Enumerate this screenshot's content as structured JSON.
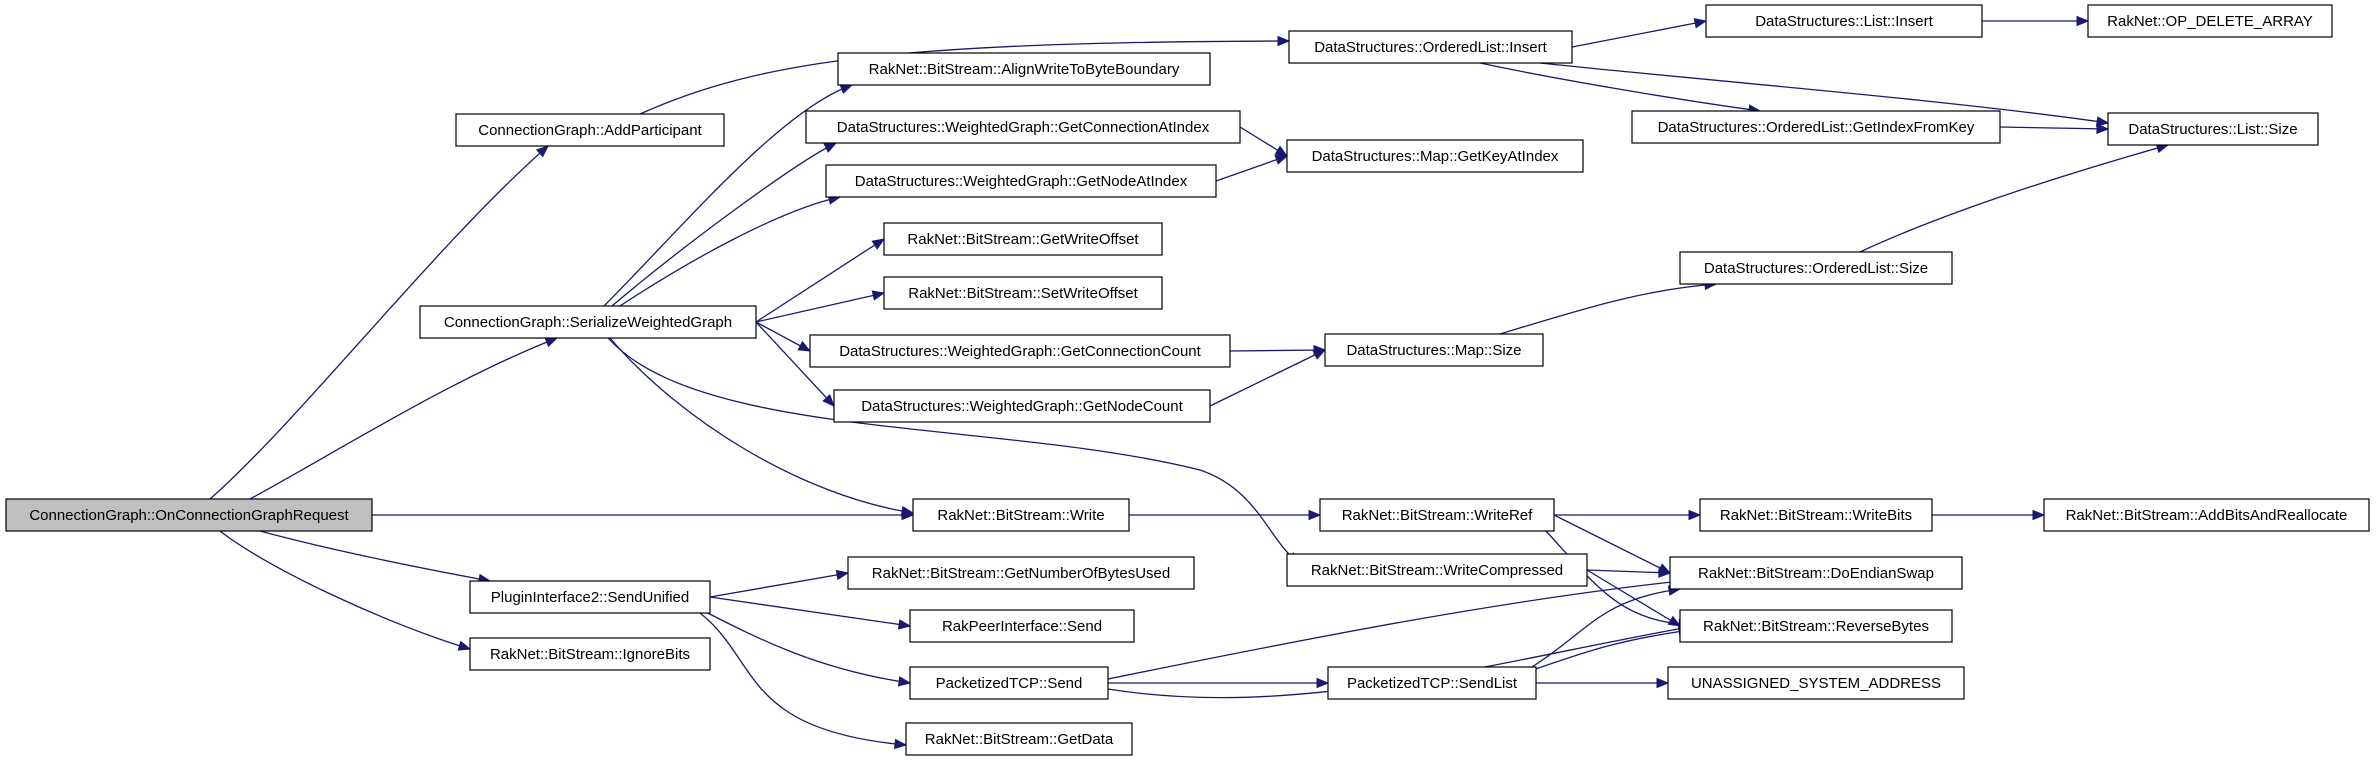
{
  "diagram": {
    "edge_color": "#191970",
    "root_fill": "#bfbfbf",
    "nodes": [
      {
        "id": "n_root",
        "label": "ConnectionGraph::OnConnectionGraphRequest",
        "root": true
      },
      {
        "id": "n_addp",
        "label": "ConnectionGraph::AddParticipant"
      },
      {
        "id": "n_swg",
        "label": "ConnectionGraph::SerializeWeightedGraph"
      },
      {
        "id": "n_su",
        "label": "PluginInterface2::SendUnified"
      },
      {
        "id": "n_ib",
        "label": "RakNet::BitStream::IgnoreBits"
      },
      {
        "id": "n_write",
        "label": "RakNet::BitStream::Write"
      },
      {
        "id": "n_olins",
        "label": "DataStructures::OrderedList::Insert"
      },
      {
        "id": "n_awtb",
        "label": "RakNet::BitStream::AlignWriteToByteBoundary"
      },
      {
        "id": "n_gcai",
        "label": "DataStructures::WeightedGraph::GetConnectionAtIndex"
      },
      {
        "id": "n_gnai",
        "label": "DataStructures::WeightedGraph::GetNodeAtIndex"
      },
      {
        "id": "n_gwo",
        "label": "RakNet::BitStream::GetWriteOffset"
      },
      {
        "id": "n_swo",
        "label": "RakNet::BitStream::SetWriteOffset"
      },
      {
        "id": "n_gcc",
        "label": "DataStructures::WeightedGraph::GetConnectionCount"
      },
      {
        "id": "n_gnc",
        "label": "DataStructures::WeightedGraph::GetNodeCount"
      },
      {
        "id": "n_gnbu",
        "label": "RakNet::BitStream::GetNumberOfBytesUsed"
      },
      {
        "id": "n_rpis",
        "label": "RakPeerInterface::Send"
      },
      {
        "id": "n_ptsend",
        "label": "PacketizedTCP::Send"
      },
      {
        "id": "n_gd",
        "label": "RakNet::BitStream::GetData"
      },
      {
        "id": "n_mgkai",
        "label": "DataStructures::Map::GetKeyAtIndex"
      },
      {
        "id": "n_msize",
        "label": "DataStructures::Map::Size"
      },
      {
        "id": "n_wref",
        "label": "RakNet::BitStream::WriteRef"
      },
      {
        "id": "n_wc",
        "label": "RakNet::BitStream::WriteCompressed"
      },
      {
        "id": "n_ptsl",
        "label": "PacketizedTCP::SendList"
      },
      {
        "id": "n_lins",
        "label": "DataStructures::List::Insert"
      },
      {
        "id": "n_olgifk",
        "label": "DataStructures::OrderedList::GetIndexFromKey"
      },
      {
        "id": "n_olsize",
        "label": "DataStructures::OrderedList::Size"
      },
      {
        "id": "n_wbits",
        "label": "RakNet::BitStream::WriteBits"
      },
      {
        "id": "n_des",
        "label": "RakNet::BitStream::DoEndianSwap"
      },
      {
        "id": "n_rb",
        "label": "RakNet::BitStream::ReverseBytes"
      },
      {
        "id": "n_usa",
        "label": "UNASSIGNED_SYSTEM_ADDRESS"
      },
      {
        "id": "n_oda",
        "label": "RakNet::OP_DELETE_ARRAY"
      },
      {
        "id": "n_lsize",
        "label": "DataStructures::List::Size"
      },
      {
        "id": "n_abar",
        "label": "RakNet::BitStream::AddBitsAndReallocate"
      }
    ],
    "edges": [
      {
        "from": "n_root",
        "to": "n_addp"
      },
      {
        "from": "n_root",
        "to": "n_swg"
      },
      {
        "from": "n_root",
        "to": "n_write"
      },
      {
        "from": "n_root",
        "to": "n_su"
      },
      {
        "from": "n_root",
        "to": "n_ib"
      },
      {
        "from": "n_addp",
        "to": "n_olins"
      },
      {
        "from": "n_swg",
        "to": "n_awtb"
      },
      {
        "from": "n_swg",
        "to": "n_gcai"
      },
      {
        "from": "n_swg",
        "to": "n_gnai"
      },
      {
        "from": "n_swg",
        "to": "n_gwo"
      },
      {
        "from": "n_swg",
        "to": "n_swo"
      },
      {
        "from": "n_swg",
        "to": "n_gcc"
      },
      {
        "from": "n_swg",
        "to": "n_gnc"
      },
      {
        "from": "n_swg",
        "to": "n_write"
      },
      {
        "from": "n_swg",
        "to": "n_wc"
      },
      {
        "from": "n_su",
        "to": "n_gnbu"
      },
      {
        "from": "n_su",
        "to": "n_rpis"
      },
      {
        "from": "n_su",
        "to": "n_ptsend"
      },
      {
        "from": "n_su",
        "to": "n_gd"
      },
      {
        "from": "n_olins",
        "to": "n_lins"
      },
      {
        "from": "n_olins",
        "to": "n_olgifk"
      },
      {
        "from": "n_olins",
        "to": "n_lsize"
      },
      {
        "from": "n_lins",
        "to": "n_oda"
      },
      {
        "from": "n_olgifk",
        "to": "n_lsize"
      },
      {
        "from": "n_gcai",
        "to": "n_mgkai"
      },
      {
        "from": "n_gnai",
        "to": "n_mgkai"
      },
      {
        "from": "n_gcc",
        "to": "n_msize"
      },
      {
        "from": "n_gnc",
        "to": "n_msize"
      },
      {
        "from": "n_msize",
        "to": "n_olsize"
      },
      {
        "from": "n_olsize",
        "to": "n_lsize"
      },
      {
        "from": "n_write",
        "to": "n_wref"
      },
      {
        "from": "n_wref",
        "to": "n_wbits"
      },
      {
        "from": "n_wref",
        "to": "n_des"
      },
      {
        "from": "n_wref",
        "to": "n_rb"
      },
      {
        "from": "n_wbits",
        "to": "n_abar"
      },
      {
        "from": "n_wc",
        "to": "n_des"
      },
      {
        "from": "n_wc",
        "to": "n_rb"
      },
      {
        "from": "n_ptsend",
        "to": "n_ptsl"
      },
      {
        "from": "n_ptsend",
        "to": "n_des"
      },
      {
        "from": "n_ptsend",
        "to": "n_rb"
      },
      {
        "from": "n_ptsl",
        "to": "n_des"
      },
      {
        "from": "n_ptsl",
        "to": "n_rb"
      },
      {
        "from": "n_ptsl",
        "to": "n_usa"
      }
    ]
  }
}
